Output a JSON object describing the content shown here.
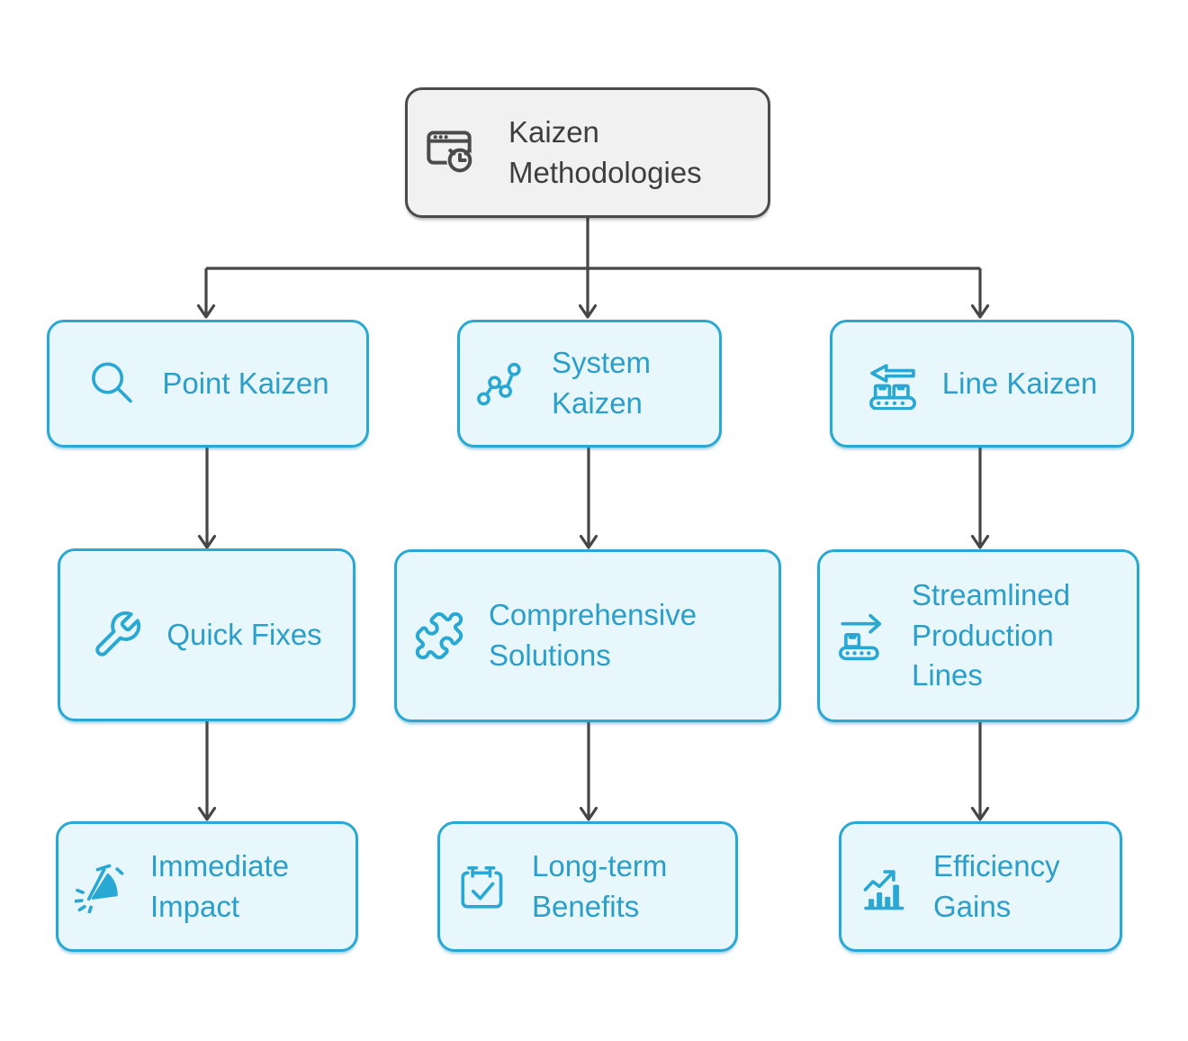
{
  "diagram_title": "Kaizen Methodologies flowchart",
  "nodes": {
    "root": {
      "label": "Kaizen Methodologies",
      "icon": "app-window-clock-icon"
    },
    "point_kaizen": {
      "label": "Point Kaizen",
      "icon": "magnifier-icon"
    },
    "system_kaizen": {
      "label": "System Kaizen",
      "icon": "connected-nodes-icon"
    },
    "line_kaizen": {
      "label": "Line Kaizen",
      "icon": "conveyor-arrow-left-icon"
    },
    "quick_fixes": {
      "label": "Quick Fixes",
      "icon": "wrench-icon"
    },
    "comprehensive_solutions": {
      "label": "Comprehensive Solutions",
      "icon": "puzzle-icon"
    },
    "streamlined_production_lines": {
      "label": "Streamlined Production Lines",
      "icon": "conveyor-arrow-right-icon"
    },
    "immediate_impact": {
      "label": "Immediate Impact",
      "icon": "quick-timer-icon"
    },
    "long_term_benefits": {
      "label": "Long-term Benefits",
      "icon": "calendar-check-icon"
    },
    "efficiency_gains": {
      "label": "Efficiency Gains",
      "icon": "bar-chart-trend-icon"
    }
  },
  "edges": [
    {
      "from": "root",
      "to": "point_kaizen"
    },
    {
      "from": "root",
      "to": "system_kaizen"
    },
    {
      "from": "root",
      "to": "line_kaizen"
    },
    {
      "from": "point_kaizen",
      "to": "quick_fixes"
    },
    {
      "from": "system_kaizen",
      "to": "comprehensive_solutions"
    },
    {
      "from": "line_kaizen",
      "to": "streamlined_production_lines"
    },
    {
      "from": "quick_fixes",
      "to": "immediate_impact"
    },
    {
      "from": "comprehensive_solutions",
      "to": "long_term_benefits"
    },
    {
      "from": "streamlined_production_lines",
      "to": "efficiency_gains"
    }
  ],
  "colors": {
    "accent_blue": "#29a8d3",
    "text_blue": "#2b9ec9",
    "node_fill": "#e8f7fc",
    "root_fill": "#f1f1f1",
    "root_border": "#4b4b4b",
    "text_dark": "#3e3e3e",
    "connector": "#464646"
  }
}
